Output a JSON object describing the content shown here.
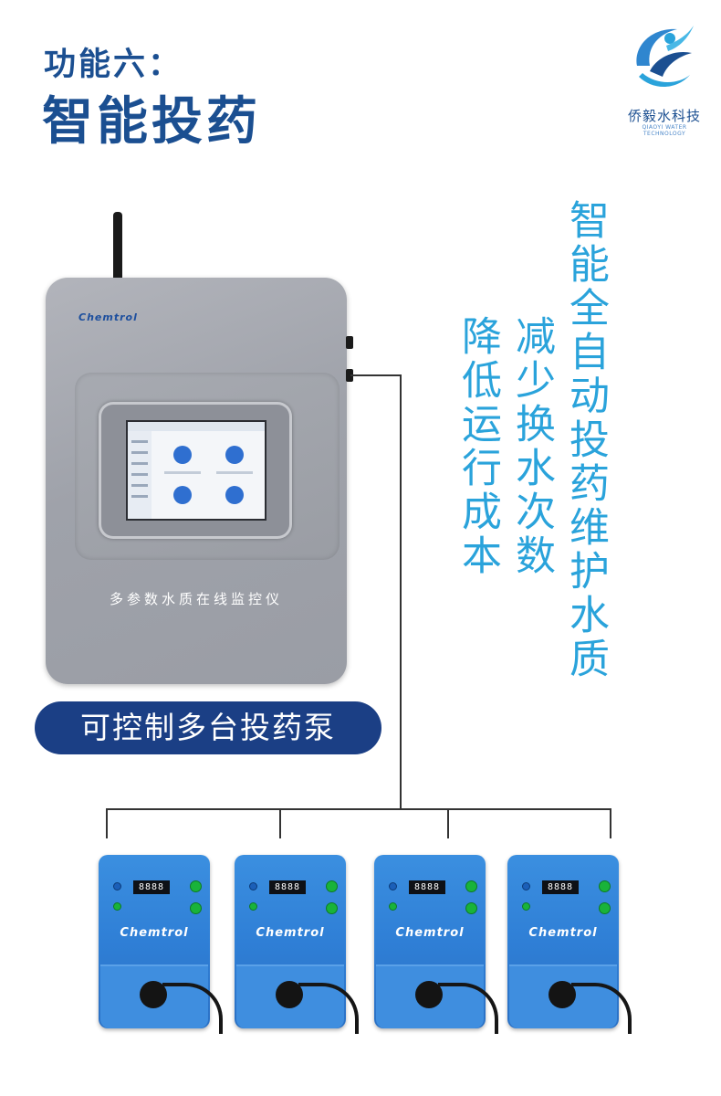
{
  "heading": {
    "subtitle": "功能六：",
    "title": "智能投药"
  },
  "logo": {
    "name": "侨毅水科技",
    "subname": "QIAOYI WATER TECHNOLOGY"
  },
  "taglines": [
    "智能全自动投药维护水质",
    "减少换水次数",
    "降低运行成本"
  ],
  "controller": {
    "brand": "Chemtrol",
    "label": "多参数水质在线监控仪"
  },
  "callout": "可控制多台投药泵",
  "pumps": [
    {
      "brand": "Chemtrol",
      "display": "8888"
    },
    {
      "brand": "Chemtrol",
      "display": "8888"
    },
    {
      "brand": "Chemtrol",
      "display": "8888"
    },
    {
      "brand": "Chemtrol",
      "display": "8888"
    }
  ],
  "colors": {
    "heading": "#1b4f91",
    "tagline": "#2aa3db",
    "callout_bg": "#1b3f85",
    "pump_body": "#2f7fd6"
  }
}
